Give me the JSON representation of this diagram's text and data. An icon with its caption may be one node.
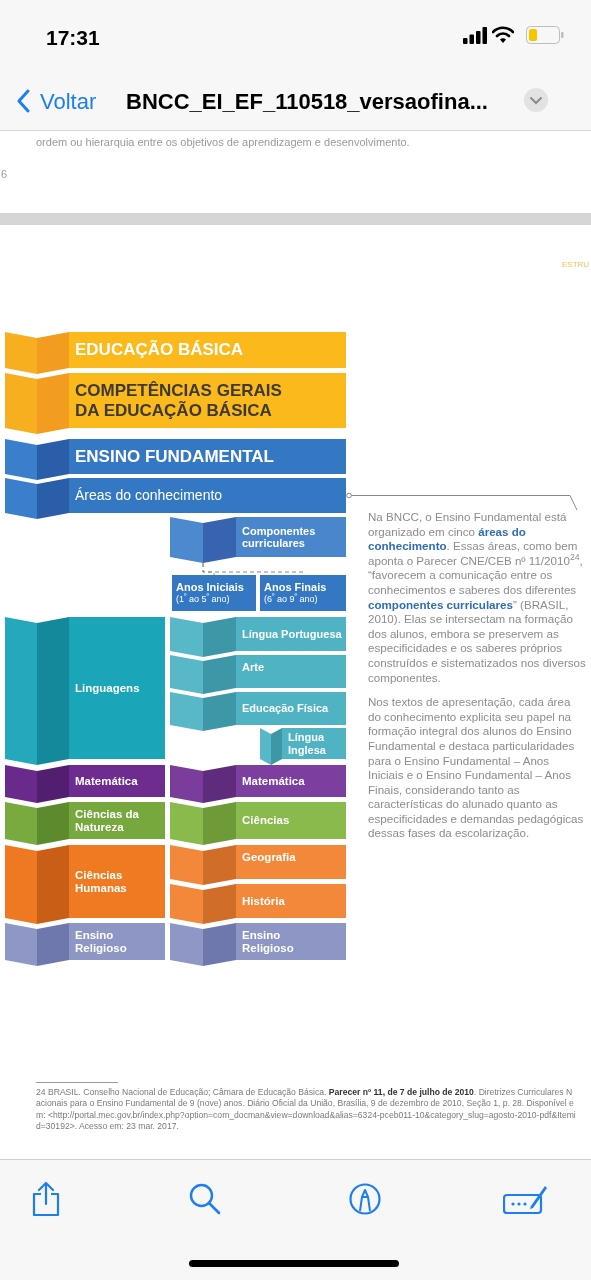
{
  "diagram": {
    "nodes": [
      {
        "text": [
          "EDUCAÇÃO BÁSICA"
        ]
      },
      {
        "text": [
          "COMPETÊNCIAS GERAIS DA EDUCAÇÃO BÁSICA"
        ]
      },
      {
        "text": [
          "ENSINO FUNDAMENTAL"
        ]
      },
      {
        "text": [
          "Áreas do conhecimento"
        ]
      },
      {
        "text": [
          "Componentes curriculares"
        ]
      },
      {
        "text": [
          "Anos Iniciais",
          "(1$^{º}$ ao 5$^{º}$ ano)"
        ]
      },
      {
        "text": [
          "Anos Finais",
          "(6$^{º}$ ao 9$^{º}$ ano)"
        ]
      },
      {
        "text": [
          "Linguagens"
        ]
      },
      {
        "text": [
          "Língua Portuguesa"
        ]
      },
      {
        "text": [
          "Arte"
        ]
      },
      {
        "text": [
          "Educação Física"
        ]
      },
      {
        "text": [
          "Língua Inglesa"
        ]
      },
      {
        "text": [
          "Matemática"
        ]
      },
      {
        "text": [
          "Matemática"
        ]
      },
      {
        "text": [
          "Ciências da Natureza"
        ]
      },
      {
        "text": [
          "Ciências"
        ]
      },
      {
        "text": [
          "Ciências Humanas"
        ]
      },
      {
        "text": [
          "Geografia"
        ]
      },
      {
        "text": [
          "História"
        ]
      },
      {
        "text": [
          "Ensino Religioso"
        ]
      },
      {
        "text": [
          "Ensino Religioso"
        ]
      },
      {
        "text": [
          "Na BNCC, o Ensino Fundamental está organizado em cinco **áreas do conhecimento**. Essas áreas, como bem aponta o Parecer CNE/CEB nº 11/2010$^{24}$, “favorecem a comunicação entre os conhecimentos e saberes dos diferentes **componentes curriculares**” (BRASIL, 2010). Elas se intersectam na formação dos alunos, embora se preservem as especificidades e os saberes próprios construídos e sistematizados nos diversos componentes.",
          "Nos textos de apresentação, cada área do conhecimento explicita seu papel na formação integral dos alunos do Ensino Fundamental e destaca particularidades para o Ensino Fundamental – Anos Iniciais e o Ensino Fundamental – Anos Finais, considerando tanto as características do alunado quanto as especificidades e demandas pedagógicas dessas fases da escolarização."
        ]
      }
    ],
    "edges": [
      {
        "from": 4,
        "to": 5,
        "arrow": "none",
        "style": "dashed"
      },
      {
        "from": 4,
        "to": 6,
        "arrow": "none",
        "style": "dashed"
      },
      {
        "from": 3,
        "to": 21,
        "arrow": "other"
      }
    ],
    "labels": [
      "17:31",
      "Voltar",
      "BNCC_EI_EF_110518_versaofina...",
      "ordem ou hierarquia entre os objetivos de aprendizagem e desenvolvimento.",
      "6",
      "ESTRU",
      "24  BRASIL. Conselho Nacional de Educação; Câmara de Educação Básica. **Parecer nº 11, de 7 de julho de 2010**. Diretrizes Curriculares Nacionais para o Ensino Fundamental de 9 (nove) anos. Diário Oficial da União, Brasília, 9 de dezembro de 2010, Seção 1, p. 28. Disponível em: <http://portal.mec.gov.br/index.php?option=com_docman&view=download&alias=6324-pceb011-10&category_slug=agosto-2010-pdf&Itemid=30192>. Acesso em: 23 mar. 2017."
    ]
  }
}
